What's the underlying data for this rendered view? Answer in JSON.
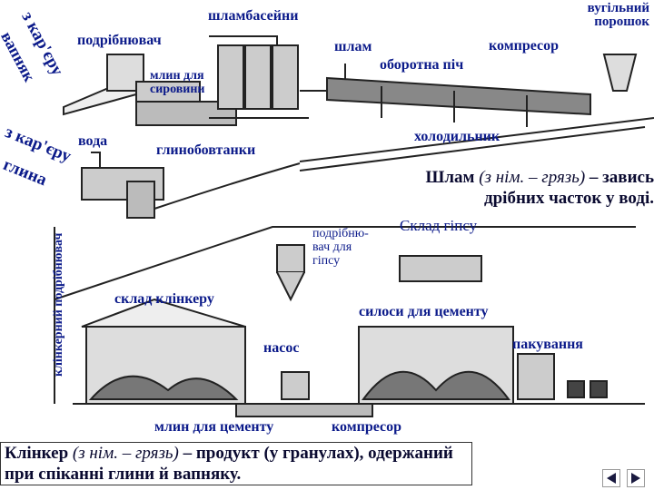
{
  "labels": {
    "quarry_limestone_from": "з кар'єру",
    "quarry_limestone_material": "вапняк",
    "crusher_top": "подрібнювач",
    "slurry_basins": "шламбасейни",
    "coal_powder": "вугільний порошок",
    "slurry": "шлам",
    "compressor_top": "компресор",
    "rotary_kiln": "оборотна піч",
    "raw_mill": "млин для сировини",
    "quarry_clay_from": "з кар'єру",
    "clay": "глина",
    "water": "вода",
    "clay_mixers": "глинобовтанки",
    "cooler": "холодильник",
    "clinker_crusher": "клінкерний подрібнювач",
    "gypsum_crusher": "подрібню-вач для гіпсу",
    "gypsum_store": "Склад гіпсу",
    "clinker_store": "склад клінкеру",
    "cement_silos": "силоси для цементу",
    "pump": "насос",
    "packing": "пакування",
    "cement_mill": "млин для цементу",
    "compressor_bottom": "компресор"
  },
  "definitions": {
    "slurry_term": "Шлам",
    "slurry_origin": "(з нім. – грязь)",
    "slurry_text": "– завись дрібних часток у воді.",
    "clinker_term": "Клінкер",
    "clinker_origin": "(з нім. – грязь)",
    "clinker_text": "– продукт (у гранулах), одержаний при спіканні глини й вапняку."
  },
  "nav": {
    "prev_icon": "triangle-left-icon",
    "next_icon": "triangle-right-icon"
  },
  "colors": {
    "label": "#0b1a8a",
    "line": "#222222"
  }
}
